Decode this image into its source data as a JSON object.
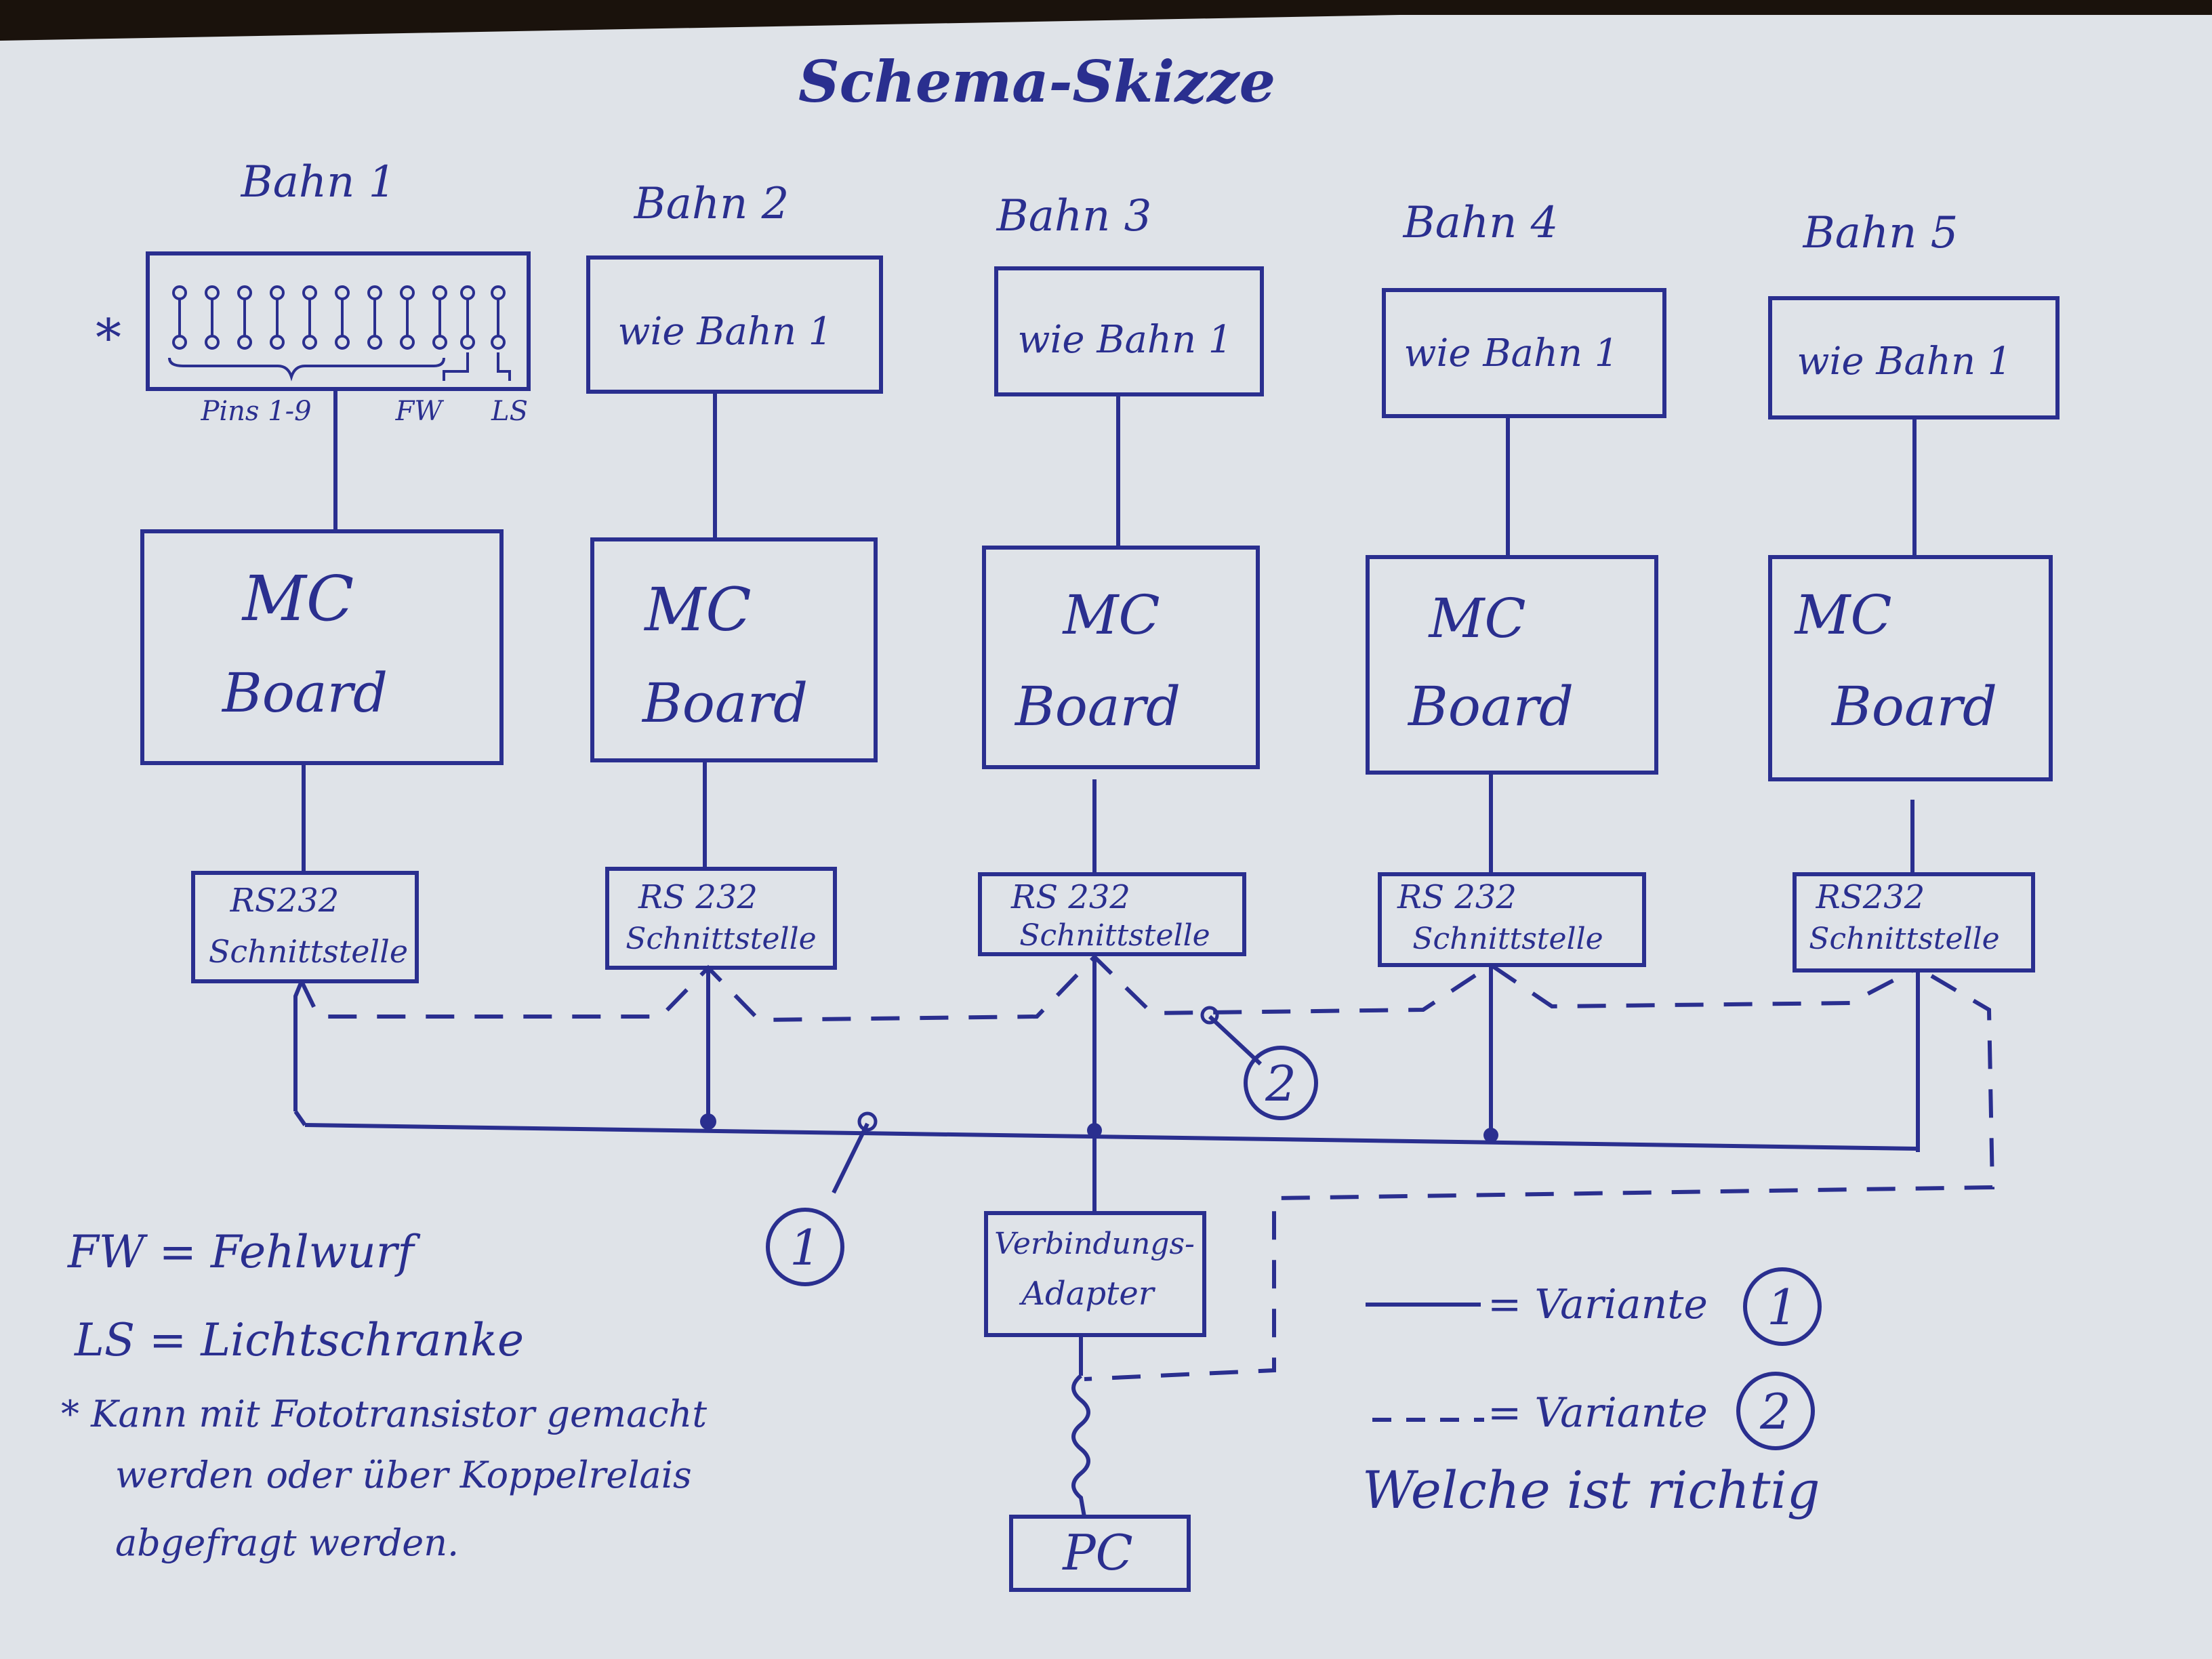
{
  "title": "Schema-Skizze",
  "colors": {
    "ink": "#2a2f8f",
    "paper": "#dfe3e8",
    "table": "#1a120c"
  },
  "lanes": [
    {
      "lane_label": "Bahn 1",
      "sensor_label": "",
      "mc_line1": "MC",
      "mc_line2": "Board",
      "rs_line1": "RS232",
      "rs_line2": "Schnittstelle"
    },
    {
      "lane_label": "Bahn 2",
      "sensor_label": "wie Bahn 1",
      "mc_line1": "MC",
      "mc_line2": "Board",
      "rs_line1": "RS 232",
      "rs_line2": "Schnittstelle"
    },
    {
      "lane_label": "Bahn 3",
      "sensor_label": "wie Bahn 1",
      "mc_line1": "MC",
      "mc_line2": "Board",
      "rs_line1": "RS 232",
      "rs_line2": "Schnittstelle"
    },
    {
      "lane_label": "Bahn 4",
      "sensor_label": "wie Bahn 1",
      "mc_line1": "MC",
      "mc_line2": "Board",
      "rs_line1": "RS 232",
      "rs_line2": "Schnittstelle"
    },
    {
      "lane_label": "Bahn 5",
      "sensor_label": "wie Bahn 1",
      "mc_line1": "MC",
      "mc_line2": "Board",
      "rs_line1": "RS232",
      "rs_line2": "Schnittstelle"
    }
  ],
  "sensor_panel": {
    "asterisk": "*",
    "pins_label": "Pins 1-9",
    "fw_label": "FW",
    "ls_label": "LS"
  },
  "adapter": {
    "line1": "Verbindungs-",
    "line2": "Adapter"
  },
  "pc_label": "PC",
  "markers": {
    "variant1": "1",
    "variant2": "2"
  },
  "legend": {
    "fw_def": "FW = Fehlwurf",
    "ls_def": "LS = Lichtschranke",
    "note_line1": "* Kann mit Fototransistor gemacht",
    "note_line2": "werden oder über Koppelrelais",
    "note_line3": "abgefragt werden.",
    "variant1_text": "= Variante",
    "variant1_num": "1",
    "variant2_text": "= Variante",
    "variant2_num": "2",
    "question": "Welche ist richtig"
  }
}
